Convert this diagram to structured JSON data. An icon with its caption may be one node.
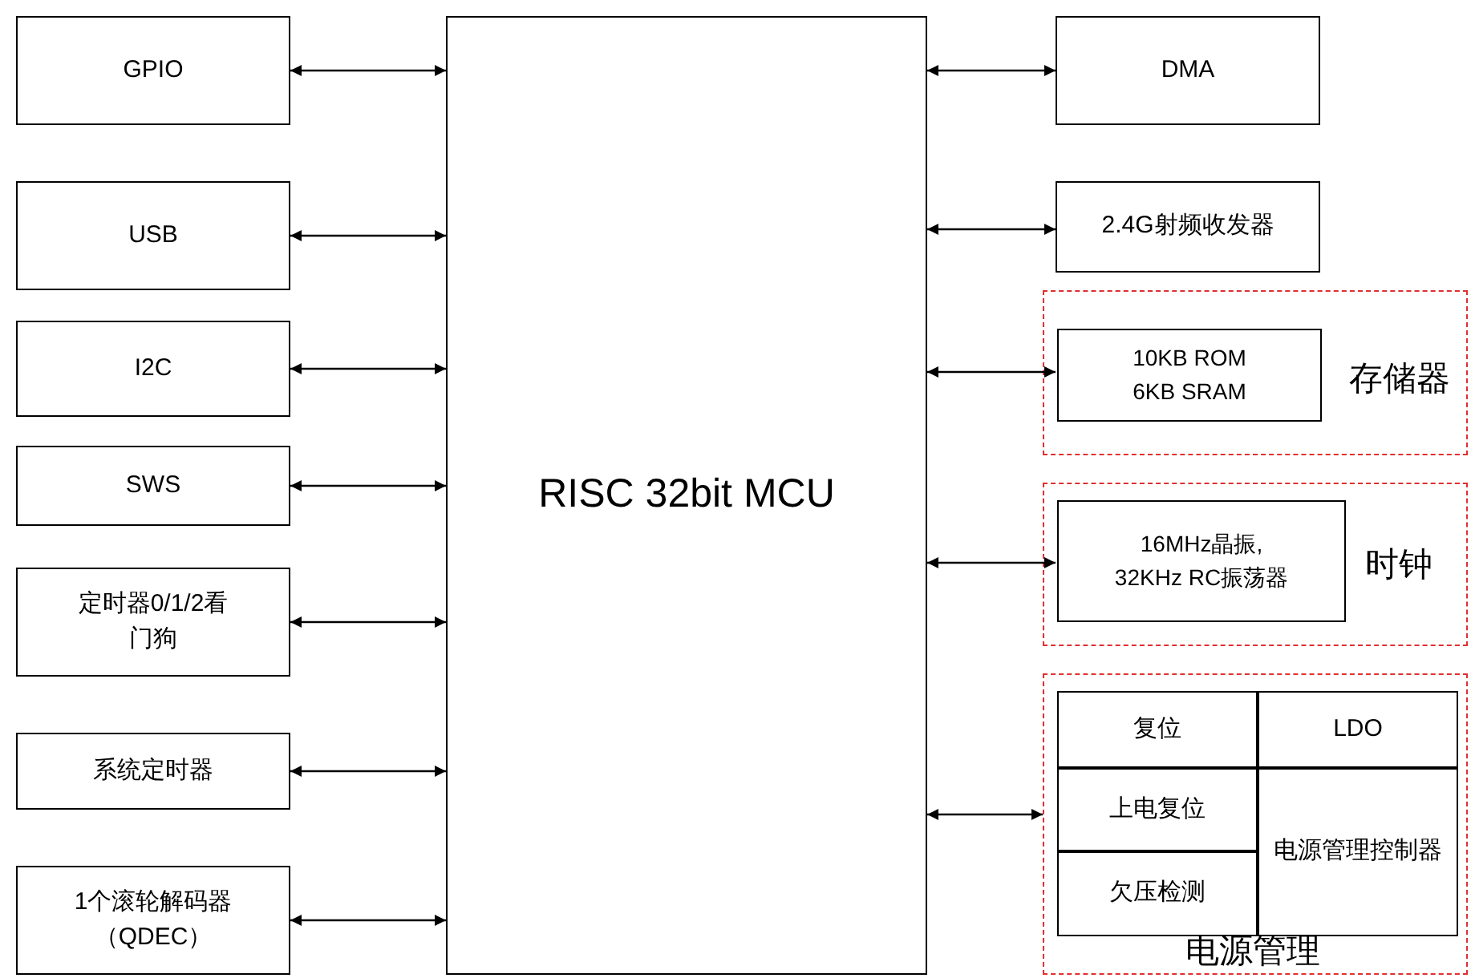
{
  "diagram": {
    "nodes": [
      {
        "text": [
          "RISC 32bit MCU"
        ]
      },
      {
        "text": [
          "GPIO"
        ]
      },
      {
        "text": [
          "USB"
        ]
      },
      {
        "text": [
          "I2C"
        ]
      },
      {
        "text": [
          "SWS"
        ]
      },
      {
        "text": [
          "定时器0/1/2看门狗"
        ]
      },
      {
        "text": [
          "系统定时器"
        ]
      },
      {
        "text": [
          "1个滚轮解码器（QDEC）"
        ]
      },
      {
        "text": [
          "DMA"
        ]
      },
      {
        "text": [
          "2.4G射频收发器"
        ]
      },
      {
        "text": [
          "存储器"
        ]
      },
      {
        "text": [
          "10KB ROM 6KB SRAM"
        ],
        "in": 10
      },
      {
        "text": [
          "时钟"
        ]
      },
      {
        "text": [
          "16MHz晶振, 32KHz RC振荡器"
        ],
        "in": 12
      },
      {
        "text": [
          "电源管理"
        ]
      },
      {
        "text": [
          "复位"
        ],
        "in": 14
      },
      {
        "text": [
          "LDO"
        ],
        "in": 14
      },
      {
        "text": [
          "上电复位"
        ],
        "in": 14
      },
      {
        "text": [
          "欠压检测"
        ],
        "in": 14
      },
      {
        "text": [
          "电源管理控制器"
        ],
        "in": 14
      }
    ],
    "edges": [
      {
        "from": 1,
        "to": 0,
        "arrow": "both"
      },
      {
        "from": 2,
        "to": 0,
        "arrow": "both"
      },
      {
        "from": 3,
        "to": 0,
        "arrow": "both"
      },
      {
        "from": 4,
        "to": 0,
        "arrow": "both"
      },
      {
        "from": 5,
        "to": 0,
        "arrow": "both"
      },
      {
        "from": 6,
        "to": 0,
        "arrow": "both"
      },
      {
        "from": 7,
        "to": 0,
        "arrow": "both"
      },
      {
        "from": 0,
        "to": 8,
        "arrow": "both"
      },
      {
        "from": 0,
        "to": 9,
        "arrow": "both"
      },
      {
        "from": 0,
        "to": 11,
        "arrow": "both"
      },
      {
        "from": 0,
        "to": 13,
        "arrow": "both"
      },
      {
        "from": 0,
        "to": 14,
        "arrow": "both"
      }
    ]
  }
}
